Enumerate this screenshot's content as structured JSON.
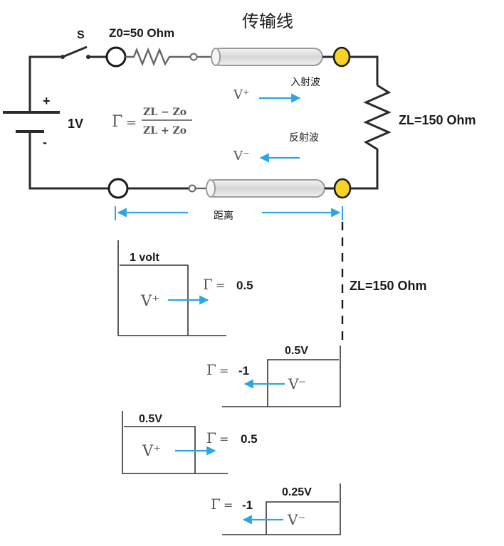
{
  "title": "传输线",
  "switch_label": "S",
  "z0_label": "Z0=50 Ohm",
  "battery": {
    "plus": "+",
    "minus": "-",
    "voltage": "1V"
  },
  "load_label": "ZL=150 Ohm",
  "incident": {
    "symbol": "V⁺",
    "caption": "入射波"
  },
  "reflected": {
    "symbol": "V⁻",
    "caption": "反射波"
  },
  "gamma_formula": {
    "symbol": "Γ",
    "eq": "=",
    "numerator": "ZL − Zo",
    "denominator": "ZL + Zo"
  },
  "distance_label": "距离",
  "load_marker_label": "ZL=150 Ohm",
  "steps": [
    {
      "amplitude": "1 volt",
      "wave": "V⁺",
      "gamma": "Γ",
      "eq": "=",
      "gamma_value": "0.5"
    },
    {
      "amplitude": "0.5V",
      "wave": "V⁻",
      "gamma": "Γ",
      "eq": "=",
      "gamma_value": "-1"
    },
    {
      "amplitude": "0.5V",
      "wave": "V⁺",
      "gamma": "Γ",
      "eq": "=",
      "gamma_value": "0.5"
    },
    {
      "amplitude": "0.25V",
      "wave": "V⁻",
      "gamma": "Γ",
      "eq": "=",
      "gamma_value": "-1"
    }
  ],
  "colors": {
    "arrow": "#2aa7e0",
    "terminal_fill": "#f5d327",
    "wire": "#2b2b2b"
  }
}
